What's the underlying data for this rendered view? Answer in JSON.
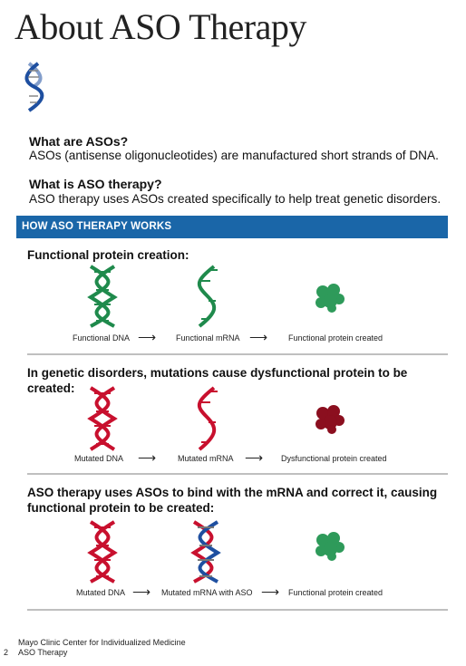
{
  "header": {
    "title": "About ASO Therapy"
  },
  "intro": {
    "q1": "What are ASOs?",
    "a1": "ASOs (antisense oligonucleotides) are manufactured short strands of DNA.",
    "q2": "What is ASO therapy?",
    "a2": "ASO therapy uses ASOs created specifically to help treat genetic disorders."
  },
  "band": {
    "label": "HOW ASO THERAPY WORKS"
  },
  "sections": [
    {
      "heading": "Functional protein creation:",
      "labels": [
        "Functional DNA",
        "Functional mRNA",
        "Functional protein created"
      ]
    },
    {
      "heading": "In genetic disorders, mutations cause dysfunctional protein to be created:",
      "labels": [
        "Mutated DNA",
        "Mutated mRNA",
        "Dysfunctional protein created"
      ]
    },
    {
      "heading": "ASO therapy uses ASOs to bind with the mRNA and correct it, causing functional protein to be created:",
      "labels": [
        "Mutated DNA",
        "Mutated mRNA with ASO",
        "Functional protein created"
      ]
    }
  ],
  "footer": {
    "line1": "Mayo Clinic Center for Individualized Medicine",
    "page": "2",
    "line2": "ASO Therapy"
  },
  "colors": {
    "band": "#1a66a8",
    "green": "#1f8a4c",
    "red": "#c8102e",
    "blue": "#1e4fa0"
  },
  "icons": [
    "dna-helix-icon",
    "protein-cluster-icon",
    "arrow-icon"
  ]
}
